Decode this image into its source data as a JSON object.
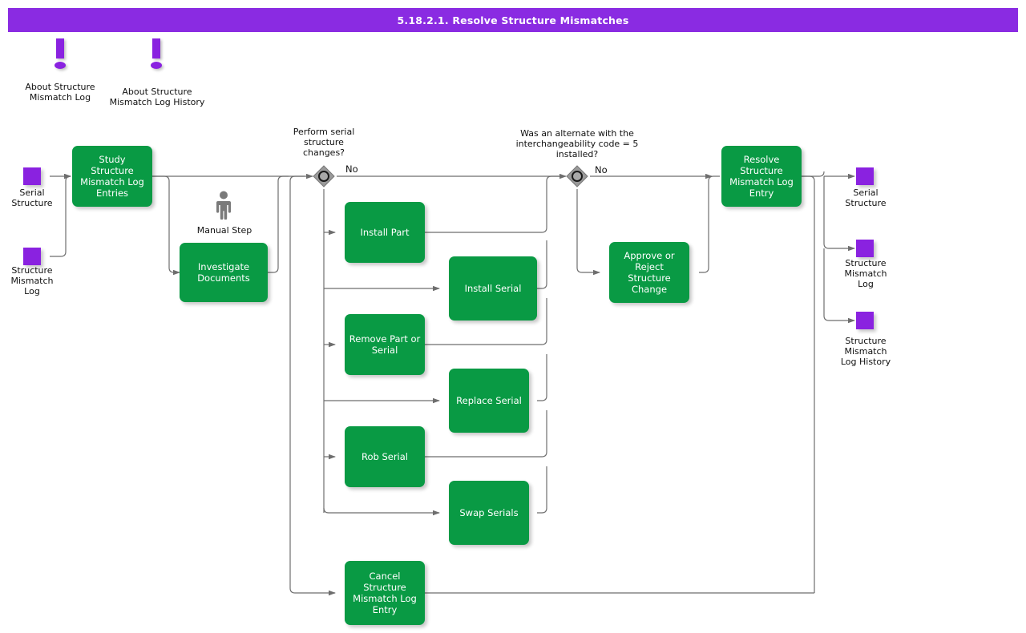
{
  "title": "5.18.2.1. Resolve Structure Mismatches",
  "colors": {
    "title_bar": "#8A2BE2",
    "activity": "#099A44",
    "object": "#8A22E0",
    "decision": "#808080",
    "connector": "#6E6E6E",
    "text_light": "#FFFFFF",
    "text_dark": "#111111"
  },
  "notes": [
    {
      "icon": "exclamation-icon",
      "label": "About Structure\nMismatch Log"
    },
    {
      "icon": "exclamation-icon",
      "label": "About Structure\nMismatch Log History"
    }
  ],
  "inputs": [
    {
      "label": "Serial\nStructure"
    },
    {
      "label": "Structure\nMismatch\nLog"
    }
  ],
  "outputs": [
    {
      "label": "Serial\nStructure"
    },
    {
      "label": "Structure\nMismatch\nLog"
    },
    {
      "label": "Structure\nMismatch\nLog History"
    }
  ],
  "activities": [
    {
      "id": "study",
      "label": "Study Structure\nMismatch Log\nEntries"
    },
    {
      "id": "investigate",
      "label": "Investigate\nDocuments"
    },
    {
      "id": "install-part",
      "label": "Install Part"
    },
    {
      "id": "install-serial",
      "label": "Install Serial"
    },
    {
      "id": "remove-part-or-serial",
      "label": "Remove Part or\nSerial"
    },
    {
      "id": "replace-serial",
      "label": "Replace Serial"
    },
    {
      "id": "rob-serial",
      "label": "Rob Serial"
    },
    {
      "id": "swap-serials",
      "label": "Swap Serials"
    },
    {
      "id": "cancel-entry",
      "label": "Cancel Structure\nMismatch Log\nEntry"
    },
    {
      "id": "approve-reject",
      "label": "Approve or\nReject Structure\nChange"
    },
    {
      "id": "resolve-entry",
      "label": "Resolve\nStructure\nMismatch Log\nEntry"
    }
  ],
  "decisions": [
    {
      "id": "perform-serial-structure-changes",
      "question": "Perform serial\nstructure\nchanges?",
      "branch_label": "No"
    },
    {
      "id": "alternate-interchangeability",
      "question": "Was an alternate with the\ninterchangeability code = 5\ninstalled?",
      "branch_label": "No"
    }
  ],
  "markers": [
    {
      "id": "manual-step",
      "label": "Manual Step",
      "icon": "person-icon"
    }
  ]
}
